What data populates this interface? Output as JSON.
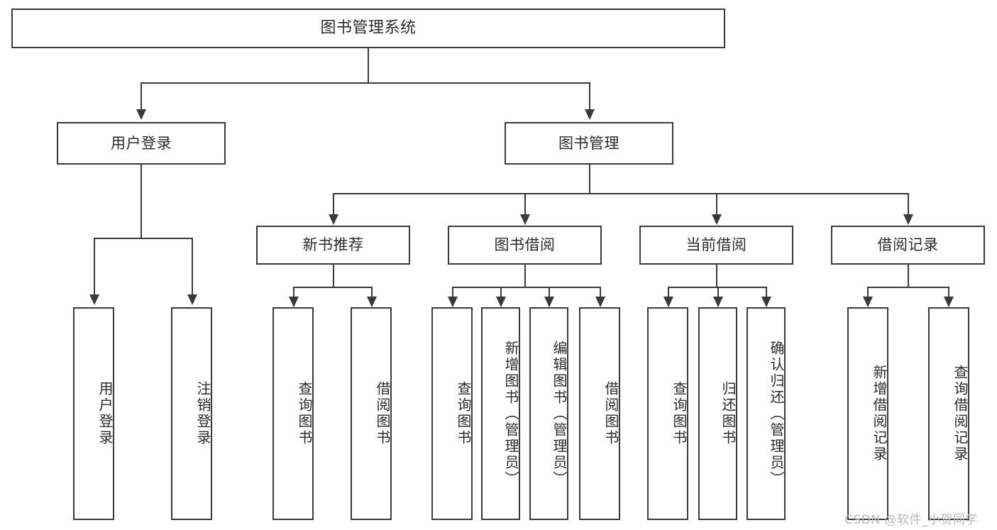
{
  "diagram": {
    "title": "图书管理系统",
    "type": "tree-hierarchy",
    "watermark": "CSDN @软件_小贺同学",
    "colors": {
      "line": "#3a3a3a",
      "box_fill": "#ffffff",
      "text": "#2b2b2b",
      "watermark": "#b9b9b9",
      "background": "#ffffff"
    },
    "root": {
      "label": "图书管理系统"
    },
    "level2": [
      {
        "id": "user-login",
        "label": "用户登录"
      },
      {
        "id": "book-manage",
        "label": "图书管理"
      }
    ],
    "level3": [
      {
        "id": "new-book-recommend",
        "label": "新书推荐"
      },
      {
        "id": "book-borrow",
        "label": "图书借阅"
      },
      {
        "id": "current-borrow",
        "label": "当前借阅"
      },
      {
        "id": "borrow-record",
        "label": "借阅记录"
      }
    ],
    "leaves": {
      "user_login": [
        {
          "id": "leaf-user-login",
          "label": "用户登录"
        },
        {
          "id": "leaf-logout-login",
          "label": "注销登录"
        }
      ],
      "new_book_recommend": [
        {
          "id": "leaf-query-book-1",
          "label": "查询图书"
        },
        {
          "id": "leaf-borrow-book-1",
          "label": "借阅图书"
        }
      ],
      "book_borrow": [
        {
          "id": "leaf-query-book-2",
          "label": "查询图书"
        },
        {
          "id": "leaf-add-book",
          "label": "新增图书（管理员）"
        },
        {
          "id": "leaf-edit-book",
          "label": "编辑图书（管理员）"
        },
        {
          "id": "leaf-borrow-book-2",
          "label": "借阅图书"
        }
      ],
      "current_borrow": [
        {
          "id": "leaf-query-book-3",
          "label": "查询图书"
        },
        {
          "id": "leaf-return-book",
          "label": "归还图书"
        },
        {
          "id": "leaf-confirm-return",
          "label": "确认归还（管理员）"
        }
      ],
      "borrow_record": [
        {
          "id": "leaf-add-record",
          "label": "新增借阅记录"
        },
        {
          "id": "leaf-query-record",
          "label": "查询借阅记录"
        }
      ]
    }
  }
}
